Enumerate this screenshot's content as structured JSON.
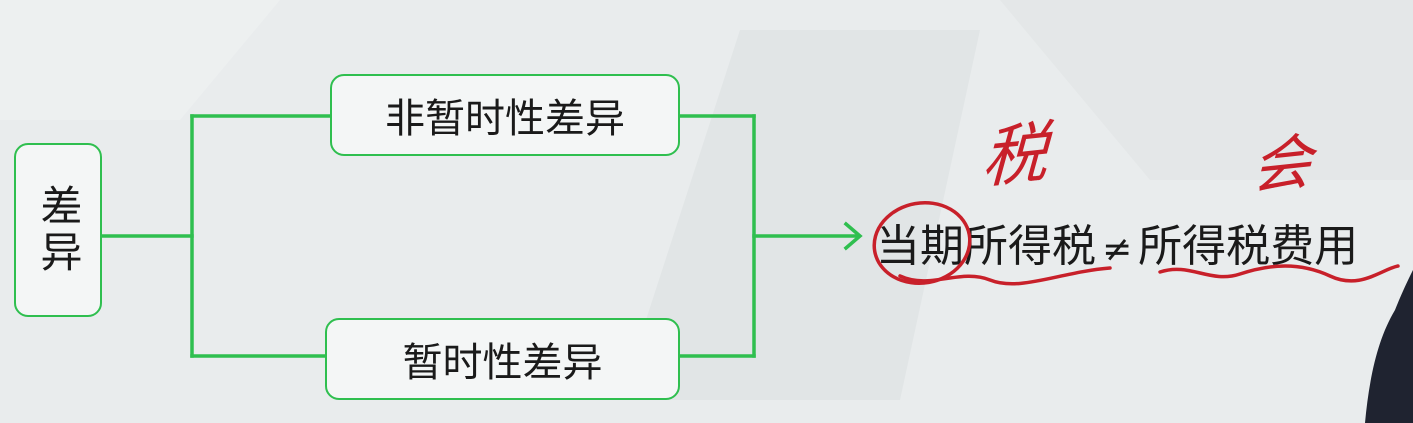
{
  "diagram": {
    "root": {
      "label": "差异"
    },
    "branches": [
      {
        "label": "非暂时性差异"
      },
      {
        "label": "暂时性差异"
      }
    ],
    "result": {
      "highlighted": "当期",
      "left_term": "所得税",
      "operator": "≠",
      "right_term": "所得税费用"
    }
  },
  "annotations": {
    "tax_note": "税",
    "accounting_note": "会",
    "ink_color": "#c8202a"
  },
  "colors": {
    "connector": "#2fbf4f",
    "background": "#e9eced"
  }
}
